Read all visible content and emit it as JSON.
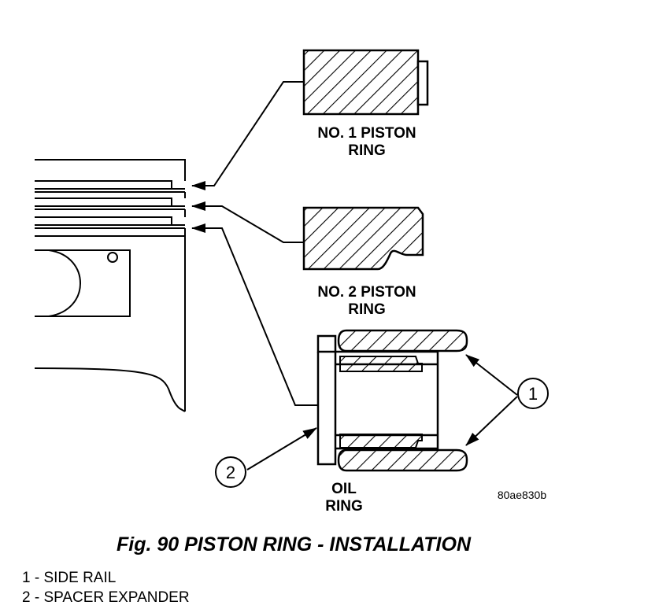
{
  "diagram": {
    "labels": {
      "ring1": [
        "NO. 1 PISTON",
        "RING"
      ],
      "ring2": [
        "NO. 2 PISTON",
        "RING"
      ],
      "oil_ring": [
        "OIL",
        "RING"
      ],
      "callout_1": "1",
      "callout_2": "2",
      "figure_code": "80ae830b"
    }
  },
  "caption": "Fig. 90 PISTON RING - INSTALLATION",
  "legend": [
    "1 - SIDE RAIL",
    "2 - SPACER EXPANDER"
  ]
}
